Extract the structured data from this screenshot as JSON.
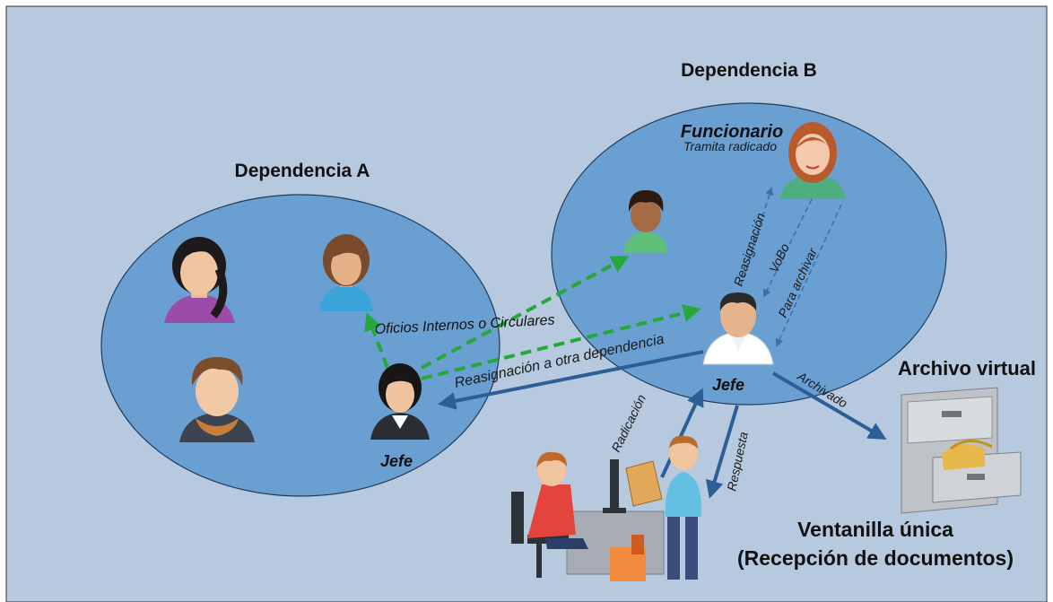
{
  "colors": {
    "background": "#b7c9de",
    "group_fill": "#6a9fd1",
    "group_stroke": "#1f3b5c",
    "solid_arrow": "#2c5f97",
    "dashed_green": "#24a83a",
    "dashed_blue": "#3b6fa8"
  },
  "groups": {
    "a_title": "Dependencia A",
    "b_title": "Dependencia B"
  },
  "roles": {
    "jefe_a": "Jefe",
    "jefe_b": "Jefe",
    "funcionario": "Funcionario",
    "funcionario_sub": "Tramita radicado"
  },
  "flows": {
    "oficios": "Oficios Internos o Circulares",
    "reasignacion_otra": "Reasignación a otra dependencia",
    "reasignacion": "Reasignación",
    "vobo": "VoBo",
    "para_archivar": "Para archivar",
    "archivado": "Archivado",
    "radicacion": "Radicación",
    "respuesta": "Respuesta"
  },
  "archive": {
    "title": "Archivo virtual"
  },
  "ventanilla": {
    "line1": "Ventanilla única",
    "line2": "(Recepción de documentos)"
  },
  "icons": {
    "person_a1": "woman-braid-avatar-icon",
    "person_a2": "woman-short-hair-avatar-icon",
    "person_a3": "man-scarf-avatar-icon",
    "jefe_a": "businesswoman-avatar-icon",
    "person_b1": "boy-curly-hair-avatar-icon",
    "funcionario": "redhead-woman-avatar-icon",
    "jefe_b": "businessman-avatar-icon",
    "cabinet": "filing-cabinet-icon",
    "clerk": "clerk-at-desk-icon",
    "visitor": "man-with-folder-icon"
  }
}
